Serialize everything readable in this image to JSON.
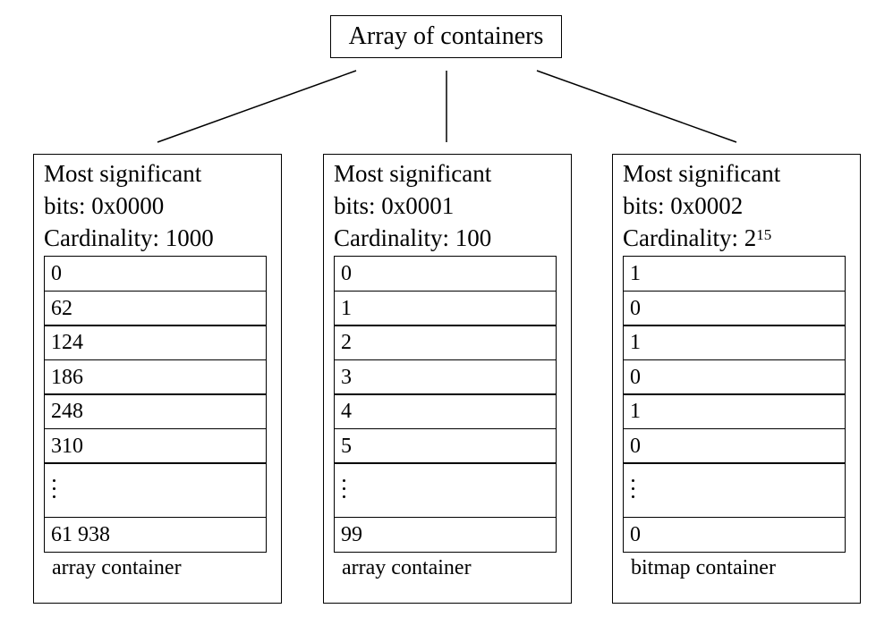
{
  "root": {
    "label": "Array of containers"
  },
  "containers": [
    {
      "header": {
        "line1": "Most significant",
        "line2": "bits: 0x0000",
        "line3_prefix": "Cardinality: ",
        "line3_value": "1000",
        "line3_sup": ""
      },
      "cells_top": [
        "0",
        "62",
        "124",
        "186",
        "248",
        "310"
      ],
      "cell_last": "61 938",
      "type_label": "array container"
    },
    {
      "header": {
        "line1": "Most significant",
        "line2": "bits: 0x0001",
        "line3_prefix": "Cardinality: ",
        "line3_value": "100",
        "line3_sup": ""
      },
      "cells_top": [
        "0",
        "1",
        "2",
        "3",
        "4",
        "5"
      ],
      "cell_last": "99",
      "type_label": "array container"
    },
    {
      "header": {
        "line1": "Most significant",
        "line2": "bits: 0x0002",
        "line3_prefix": "Cardinality: ",
        "line3_value": "2",
        "line3_sup": "15"
      },
      "cells_top": [
        "1",
        "0",
        "1",
        "0",
        "1",
        "0"
      ],
      "cell_last": "0",
      "type_label": "bitmap container"
    }
  ]
}
